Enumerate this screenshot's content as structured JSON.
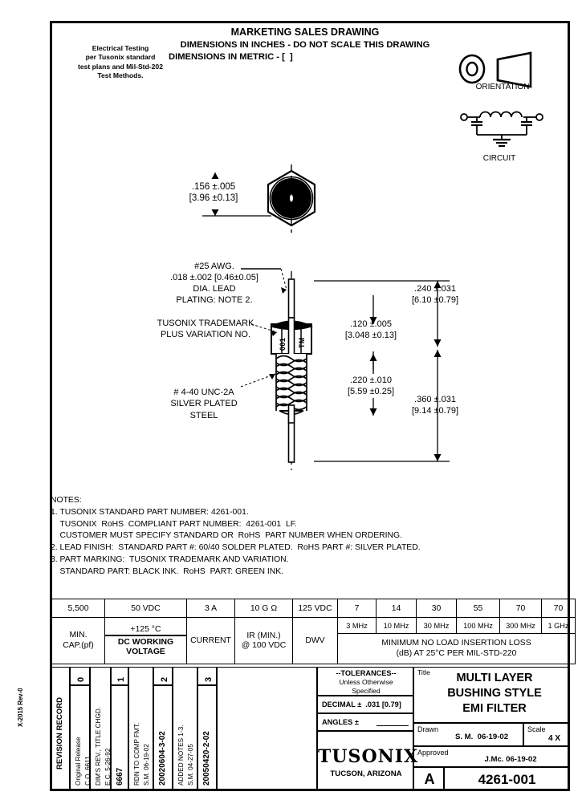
{
  "header": {
    "title": "MARKETING SALES DRAWING",
    "sub1": "DIMENSIONS IN INCHES - DO NOT SCALE THIS DRAWING",
    "sub2": "DIMENSIONS IN METRIC - [  ]",
    "electrical_note": "Electrical Testing\nper Tusonix standard\ntest plans and Mil-Std-202\nTest Methods.",
    "orientation_label": "ORIENTATION",
    "circuit_label": "CIRCUIT"
  },
  "drawing": {
    "hex_dim": ".156 ±.005\n[3.96 ±0.13]",
    "lead_note": "#25 AWG.\n.018 ±.002 [0.46±0.05]\nDIA. LEAD\nPLATING: NOTE 2.",
    "trademark_note": "TUSONIX TRADEMARK\nPLUS VARIATION NO.",
    "thread_note": "# 4-40 UNC-2A\nSILVER PLATED\nSTEEL",
    "dim_120": ".120 ±.005\n[3.048 ±0.13]",
    "dim_220": ".220 ±.010\n[5.59 ±0.25]",
    "dim_240": ".240 ±.031\n[6.10 ±0.79]",
    "dim_360": ".360 ±.031\n[9.14 ±0.79]",
    "body_mark_left": "001",
    "body_mark_right": "TM"
  },
  "notes": {
    "heading": "NOTES:",
    "lines": [
      "1. TUSONIX STANDARD PART NUMBER: 4261-001.",
      "    TUSONIX  RoHS  COMPLIANT PART NUMBER:  4261-001  LF.",
      "    CUSTOMER MUST SPECIFY STANDARD OR  RoHS  PART NUMBER WHEN ORDERING.",
      "2. LEAD FINISH:  STANDARD PART #: 60/40 SOLDER PLATED.  RoHS PART #: SILVER PLATED.",
      "3. PART MARKING:  TUSONIX TRADEMARK AND VARIATION.",
      "    STANDARD PART: BLACK INK.  RoHS  PART: GREEN INK."
    ]
  },
  "spec_table": {
    "values": {
      "min_cap": "5,500",
      "dc_working_voltage": "50 VDC",
      "current": "3 A",
      "ir_min": "10 G Ω",
      "dwv": "125 VDC"
    },
    "labels": {
      "min_cap": "MIN.\nCAP.(pf)",
      "temp": "+125 °C",
      "dc_working_voltage": "DC WORKING\nVOLTAGE",
      "current": "CURRENT",
      "ir_min": "IR (MIN.)\n@ 100 VDC",
      "dwv": "DWV",
      "insertion_loss": "MINIMUM NO LOAD INSERTION LOSS\n(dB) AT 25°C PER MIL-STD-220"
    },
    "insertion_loss": {
      "values": [
        "7",
        "14",
        "30",
        "55",
        "70",
        "70"
      ],
      "frequencies": [
        "3 MHz",
        "10 MHz",
        "30 MHz",
        "100 MHz",
        "300 MHz",
        "1 GHz"
      ]
    }
  },
  "title_block": {
    "sheet_code": "X-2015 Rev-0",
    "revision_record_label": "REVISION RECORD",
    "revisions": [
      {
        "rev": "0",
        "desc": "Original Release\nC.O.   6611",
        "num": ""
      },
      {
        "rev": "",
        "desc": "DIM'S REV., TITLE CHGD.\nE.C. 5-26-92",
        "num": "6667"
      },
      {
        "rev": "1",
        "desc": "RDN TO COMP FMT.\nS.M. 06-19-02",
        "num": "20020604-3-02"
      },
      {
        "rev": "2",
        "desc": "ADDED NOTES 1-3.\nS.M. 04-27-05",
        "num": "20050420-2-02"
      },
      {
        "rev": "3",
        "desc": "",
        "num": ""
      }
    ],
    "rev_marks": [
      "0",
      "1",
      "2",
      "3"
    ],
    "rev_numbers": [
      "6667",
      "20020604-3-02",
      "20050420-2-02"
    ],
    "rev_descs": [
      "Original Release\nC.O.   6611",
      "DIM'S REV., TITLE CHGD.\nE.C. 5-26-92",
      "RDN TO COMP FMT.\nS.M. 06-19-02",
      "ADDED NOTES 1-3.\nS.M. 04-27-05"
    ],
    "tolerances_title": "--TOLERANCES--",
    "tolerances_sub": "Unless Otherwise\nSpecified",
    "decimal": "DECIMAL ±  .031 [0.79]",
    "angles": "ANGLES ±",
    "title_label": "Title",
    "title_text": "MULTI LAYER\nBUSHING STYLE\nEMI FILTER",
    "drawn_label": "Drawn",
    "drawn_value": "S. M.  06-19-02",
    "scale_label": "Scale",
    "scale_value": "4 X",
    "approved_label": "Approved",
    "approved_value": "J.Mc. 06-19-02",
    "company": "TUSONIX",
    "company_city": "TUCSON, ARIZONA",
    "size": "A",
    "part_number": "4261-001"
  }
}
